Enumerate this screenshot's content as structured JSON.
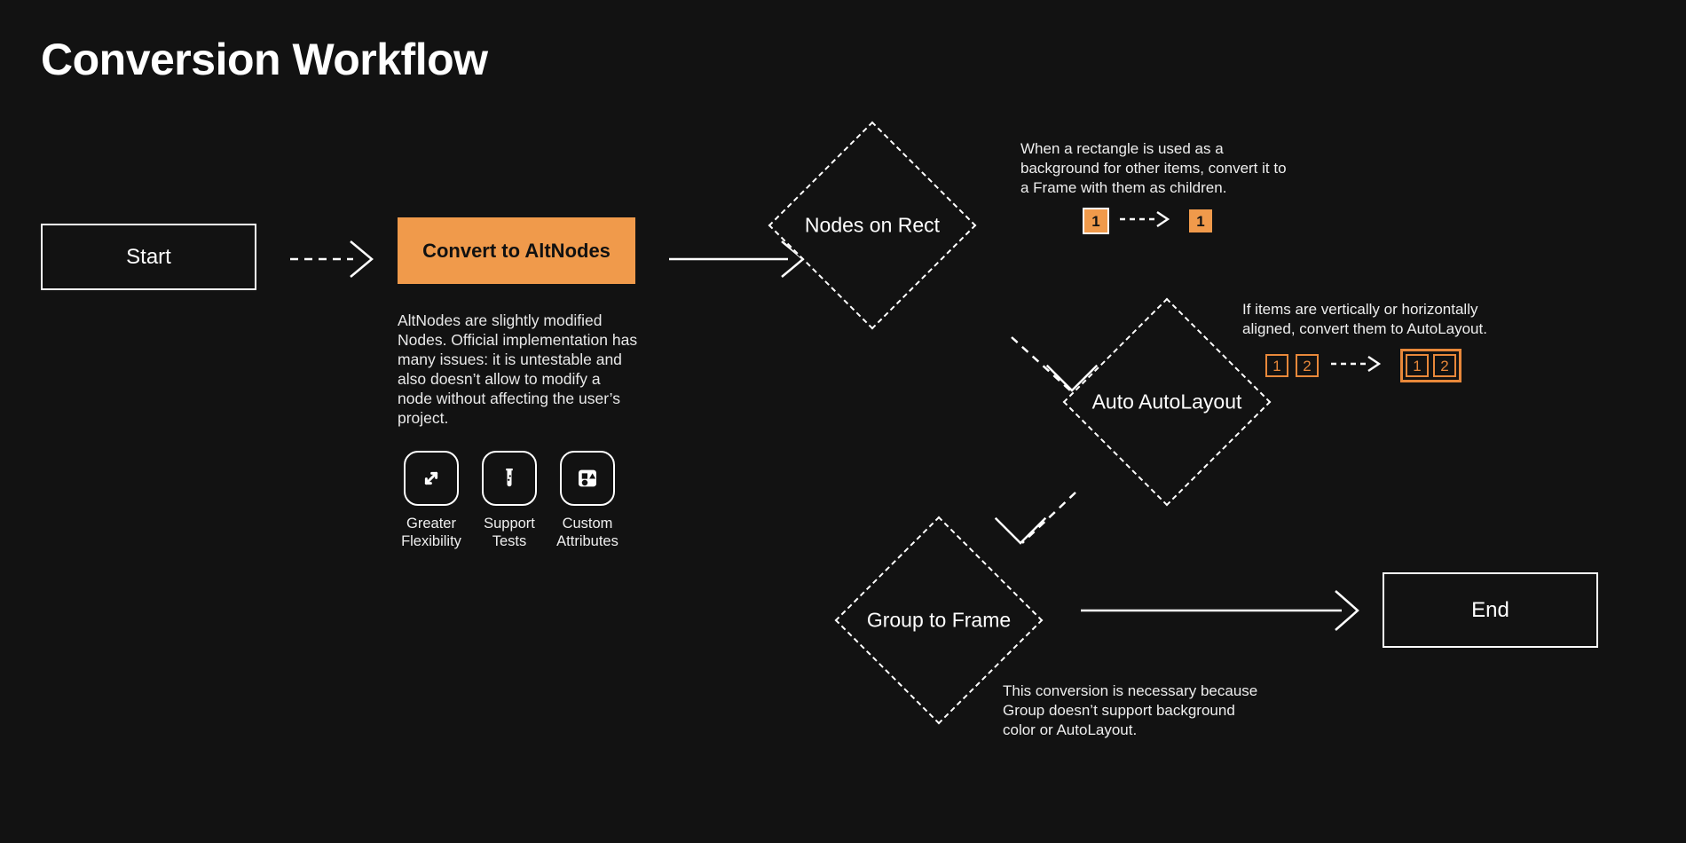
{
  "title": "Conversion Workflow",
  "theme": {
    "background": "#121212",
    "accent_orange": "#f09a4b",
    "accent_orange_outline": "#e8883a",
    "stroke_white": "#ffffff"
  },
  "nodes": {
    "start": {
      "label": "Start",
      "shape": "rectangle"
    },
    "convert": {
      "label": "Convert to AltNodes",
      "shape": "rectangle-filled"
    },
    "nodes_on_rect": {
      "label": "Nodes on Rect",
      "shape": "diamond"
    },
    "auto_autolayout": {
      "label": "Auto AutoLayout",
      "shape": "diamond"
    },
    "group_to_frame": {
      "label": "Group to Frame",
      "shape": "diamond"
    },
    "end": {
      "label": "End",
      "shape": "rectangle"
    }
  },
  "convert_description": "AltNodes are slightly modified Nodes. Official implementation has many issues: it is untestable and also doesn’t allow to modify a node without affecting the user’s project.",
  "features": [
    {
      "icon": "expand-arrows-icon",
      "label": "Greater Flexibility"
    },
    {
      "icon": "test-tube-icon",
      "label": "Support Tests"
    },
    {
      "icon": "shapes-box-icon",
      "label": "Custom Attributes"
    }
  ],
  "annotations": {
    "nodes_on_rect": {
      "text": "When a rectangle is used as a background for other items, convert it to a Frame with them as children.",
      "before": [
        "1"
      ],
      "after": [
        "1"
      ],
      "arrow": "dashed-arrow-right"
    },
    "auto_autolayout": {
      "text": "If items are vertically or horizontally aligned, convert them to AutoLayout.",
      "before": [
        "1",
        "2"
      ],
      "after": [
        "1",
        "2"
      ],
      "arrow": "dashed-arrow-right"
    },
    "group_to_frame": {
      "text": "This conversion is necessary because Group doesn’t support background color or AutoLayout."
    }
  },
  "connectors": [
    {
      "from": "start",
      "to": "convert",
      "style": "dashed"
    },
    {
      "from": "convert",
      "to": "nodes_on_rect",
      "style": "solid"
    },
    {
      "from": "nodes_on_rect",
      "to": "auto_autolayout",
      "style": "dashed-diagonal"
    },
    {
      "from": "auto_autolayout",
      "to": "group_to_frame",
      "style": "dashed-diagonal"
    },
    {
      "from": "group_to_frame",
      "to": "end",
      "style": "solid"
    }
  ]
}
